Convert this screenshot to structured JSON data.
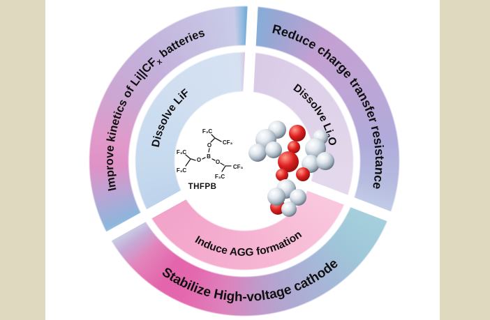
{
  "figure": {
    "outer_ring": {
      "improve": {
        "label_pre": "Improve kinetics of Li||CF",
        "label_sub": "x",
        "label_post": " batteries"
      },
      "reduce": {
        "label": "Reduce charge transfer resistance"
      },
      "stabilize": {
        "label": "Stabilize High-voltage cathode"
      }
    },
    "inner_ring": {
      "dissolve_lif": {
        "label": "Dissolve LiF"
      },
      "dissolve_li2o": {
        "label_pre": "Dissolve Li",
        "label_sub": "2",
        "label_post": "O"
      },
      "induce_agg": {
        "label": "Induce AGG formation"
      }
    },
    "center": {
      "molecule_name": "THFPB",
      "structure_labels": {
        "boron": "B",
        "oxygen": "O",
        "top_f3c": "F₃C",
        "top_cf3": "CF₃",
        "left_upper_f3c": "F₃C",
        "left_lower_f3c": "F₃C",
        "right_cf3": "CF₃",
        "right_lower_f3c": "F₃C"
      }
    }
  },
  "palette": {
    "margin_bar": "#dfd9c0",
    "background": "#ffffff",
    "text": "#101010",
    "ring_blue": "#79b1da",
    "ring_purple": "#b0abda",
    "ring_magenta": "#e365ab",
    "ring_teal": "#a6cfdc",
    "inner_blue": "#cdddf0",
    "inner_lavender": "#dccfe8",
    "inner_pink": "#f5b2d1",
    "molecule_red": "#d42020",
    "molecule_grey": "#b9c4ce"
  },
  "ring_gradients": {
    "outer": [
      [
        0,
        "#79b1da"
      ],
      [
        14,
        "#9ba6d3"
      ],
      [
        34,
        "#c4a0d2"
      ],
      [
        58,
        "#bda6d6"
      ],
      [
        82,
        "#b0abda"
      ],
      [
        100,
        "#b7bde0"
      ],
      [
        110,
        "#c3cde8"
      ],
      [
        113,
        "#a6cfdc"
      ],
      [
        130,
        "#9fc7d9"
      ],
      [
        148,
        "#a7b5d7"
      ],
      [
        162,
        "#b0a9d2"
      ],
      [
        174,
        "#bf9aca"
      ],
      [
        188,
        "#dd82bc"
      ],
      [
        204,
        "#e468ae"
      ],
      [
        214,
        "#e365ab"
      ],
      [
        226,
        "#e383bb"
      ],
      [
        234,
        "#c5abd6"
      ],
      [
        240,
        "#ccd4e8"
      ],
      [
        244,
        "#8db6dc"
      ],
      [
        257,
        "#bda4d4"
      ],
      [
        268,
        "#df92c6"
      ],
      [
        280,
        "#e09aca"
      ],
      [
        296,
        "#cda6d2"
      ],
      [
        316,
        "#c3b0da"
      ],
      [
        340,
        "#c6c0e2"
      ],
      [
        356,
        "#c8cce8"
      ],
      [
        360,
        "#86b5dc"
      ]
    ],
    "inner": [
      [
        0,
        "#d8c9e5"
      ],
      [
        30,
        "#dccfe8"
      ],
      [
        70,
        "#e0d4ea"
      ],
      [
        108,
        "#e4d9ec"
      ],
      [
        114,
        "#f9c8de"
      ],
      [
        145,
        "#f7bed7"
      ],
      [
        180,
        "#f5b2d1"
      ],
      [
        215,
        "#f3a8cc"
      ],
      [
        240,
        "#f1a3c9"
      ],
      [
        244,
        "#bed3ec"
      ],
      [
        270,
        "#c7daee"
      ],
      [
        300,
        "#cdddf0"
      ],
      [
        335,
        "#d3e0f1"
      ],
      [
        357,
        "#d6e2f2"
      ],
      [
        360,
        "#d8c9e5"
      ]
    ]
  }
}
